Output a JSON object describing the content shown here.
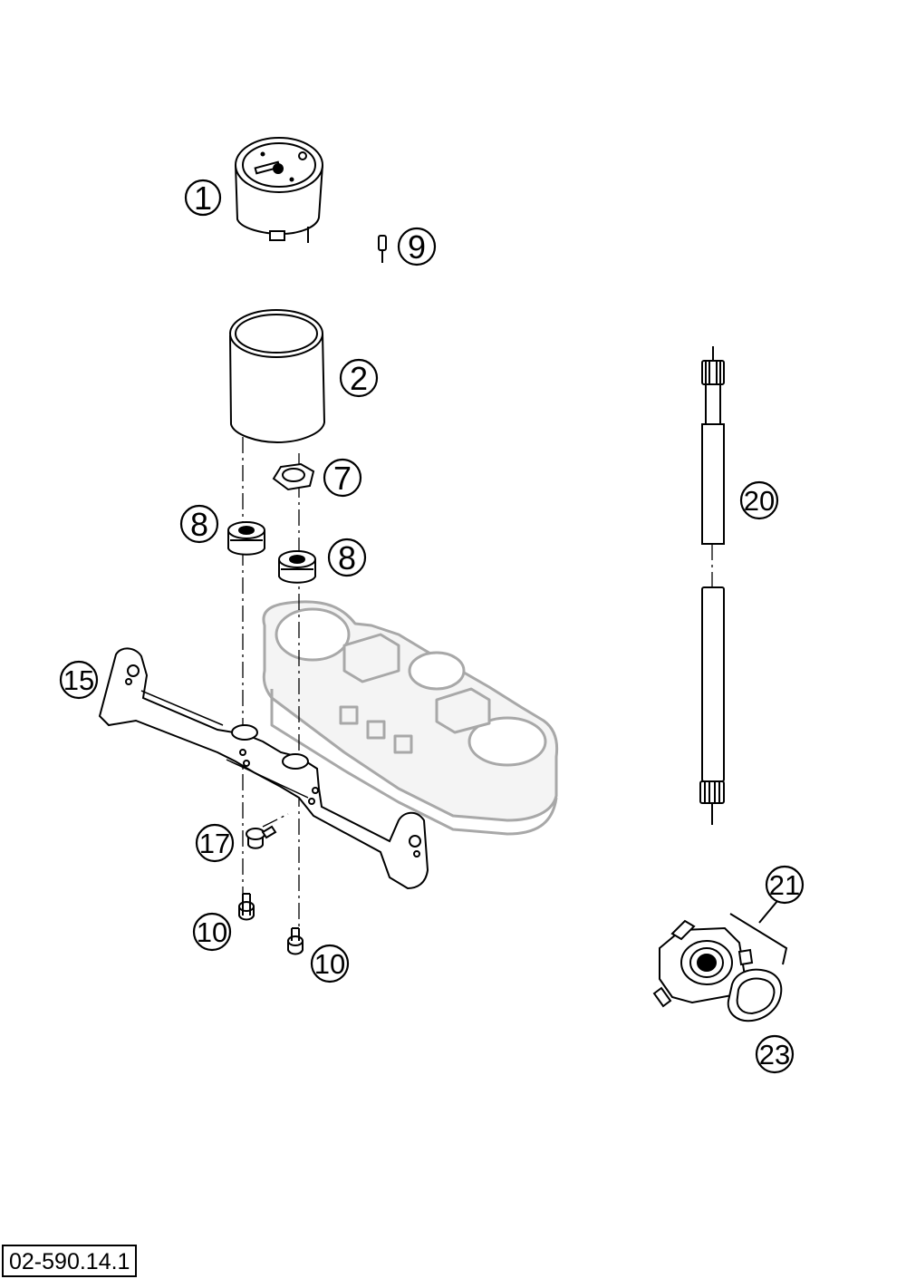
{
  "diagram": {
    "reference_code": "02-590.14.1",
    "callouts": [
      {
        "id": "c1",
        "label": "1"
      },
      {
        "id": "c9",
        "label": "9"
      },
      {
        "id": "c2",
        "label": "2"
      },
      {
        "id": "c7",
        "label": "7"
      },
      {
        "id": "c8a",
        "label": "8"
      },
      {
        "id": "c8b",
        "label": "8"
      },
      {
        "id": "c15",
        "label": "15"
      },
      {
        "id": "c17",
        "label": "17"
      },
      {
        "id": "c10a",
        "label": "10"
      },
      {
        "id": "c10b",
        "label": "10"
      },
      {
        "id": "c20",
        "label": "20"
      },
      {
        "id": "c21",
        "label": "21"
      },
      {
        "id": "c23",
        "label": "23"
      }
    ]
  }
}
